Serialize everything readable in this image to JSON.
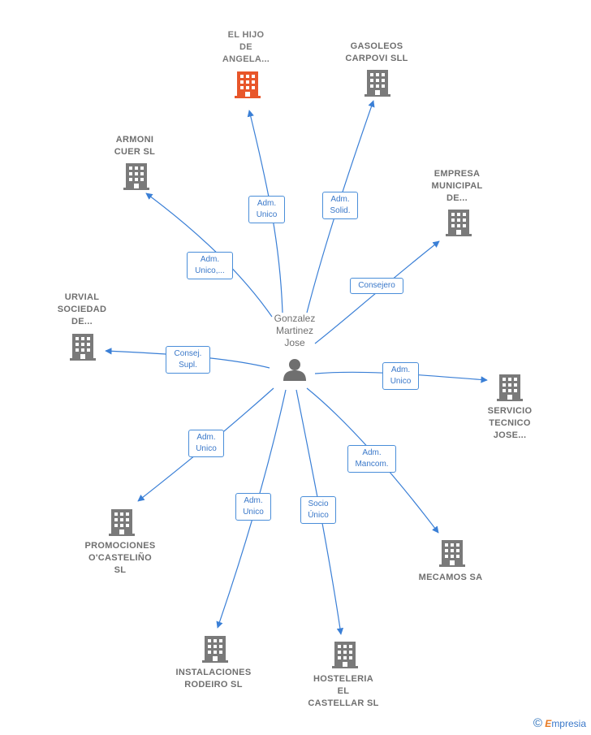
{
  "center": {
    "name": "Gonzalez\nMartinez\nJose",
    "icon": "person-icon"
  },
  "colors": {
    "edge": "#3a7fd6",
    "building": "#7a7a7a",
    "building_highlight": "#e8562a"
  },
  "nodes": [
    {
      "id": "el-hijo",
      "label": "EL HIJO\nDE\nANGELA...",
      "highlight": true,
      "icon": "building-icon"
    },
    {
      "id": "gasoleos",
      "label": "GASOLEOS\nCARPOVI SLL",
      "icon": "building-icon"
    },
    {
      "id": "armoni",
      "label": "ARMONI\nCUER  SL",
      "icon": "building-icon"
    },
    {
      "id": "empresa",
      "label": "EMPRESA\nMUNICIPAL\nDE...",
      "icon": "building-icon"
    },
    {
      "id": "urvial",
      "label": "URVIAL\nSOCIEDAD\nDE...",
      "icon": "building-icon"
    },
    {
      "id": "servicio",
      "label": "SERVICIO\nTECNICO\nJOSE...",
      "icon": "building-icon"
    },
    {
      "id": "promociones",
      "label": "PROMOCIONES\nO'CASTELIÑO\nSL",
      "icon": "building-icon"
    },
    {
      "id": "mecamos",
      "label": "MECAMOS SA",
      "icon": "building-icon"
    },
    {
      "id": "instalaciones",
      "label": "INSTALACIONES\nRODEIRO  SL",
      "icon": "building-icon"
    },
    {
      "id": "hosteleria",
      "label": "HOSTELERIA\nEL\nCASTELLAR SL",
      "icon": "building-icon"
    }
  ],
  "edges": [
    {
      "to": "el-hijo",
      "label": "Adm.\nUnico"
    },
    {
      "to": "gasoleos",
      "label": "Adm.\nSolid."
    },
    {
      "to": "armoni",
      "label": "Adm.\nUnico,..."
    },
    {
      "to": "empresa",
      "label": "Consejero"
    },
    {
      "to": "urvial",
      "label": "Consej.\nSupl."
    },
    {
      "to": "servicio",
      "label": "Adm.\nUnico"
    },
    {
      "to": "promociones",
      "label": "Adm.\nUnico"
    },
    {
      "to": "mecamos",
      "label": "Adm.\nMancom."
    },
    {
      "to": "instalaciones",
      "label": "Adm.\nUnico"
    },
    {
      "to": "hosteleria",
      "label": "Socio\nÚnico"
    }
  ],
  "watermark": {
    "symbol": "©",
    "brand_initial": "E",
    "brand_rest": "mpresia"
  }
}
